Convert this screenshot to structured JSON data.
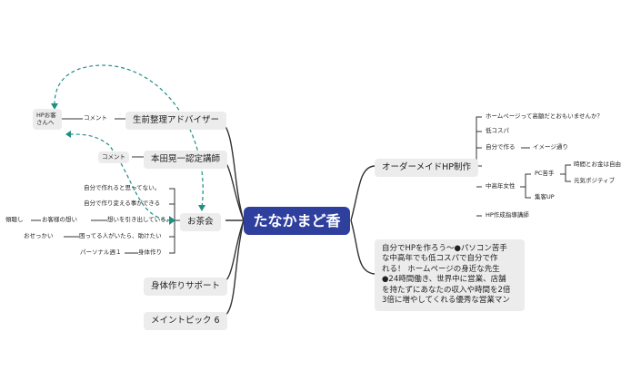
{
  "central": {
    "label": "たなかまど香"
  },
  "left": {
    "advisor": {
      "label": "生前整理アドバイザー",
      "comment": "コメント"
    },
    "hp_guest": {
      "label": "HPお客さんへ"
    },
    "instructor": {
      "label": "本田晃一認定講師",
      "comment": "コメント"
    },
    "ocha": {
      "label": "お茶会",
      "items": [
        {
          "label": "自分で作れると思ってない。"
        },
        {
          "label": "自分で作り変える事ができる"
        },
        {
          "label": "想いを引き出している。",
          "parent": "お客様の想い",
          "leaf": "傾聴し"
        },
        {
          "label": "困ってる人がいたら、助けたい",
          "leaf": "おせっかい"
        },
        {
          "label": "身体作り",
          "leaf": "パーソナル週１"
        }
      ]
    },
    "body_support": {
      "label": "身体作りサポート"
    },
    "main_topic": {
      "label": "メイントピック 6"
    }
  },
  "right": {
    "order_hp": {
      "label": "オーダーメイドHP制作",
      "items": {
        "expensive": "ホームページって高額だとおもいませんか？",
        "low_cost": "低コスパ",
        "self_made": "自分で作る",
        "as_image": "イメージ通り",
        "middle_women": "中高年女性",
        "pc_weak": "PC苦手",
        "time_money": "時間とお金は自由",
        "positive": "元気ポジティブ",
        "customers_up": "集客UP",
        "guidance": "HP作成指導講師"
      }
    },
    "note": {
      "lines": [
        "自分でHPを作ろう～●パソコン苦手",
        "な中高年でも低コスパで自分で作",
        "れる！ ホームページの身近な先生",
        "●24時間働き、世界中に営業、店舗",
        "を持たずにあなたの収入や時間を2倍",
        "3倍に増やしてくれる優秀な営業マン"
      ]
    }
  },
  "colors": {
    "central_bg": "#2f3f9e",
    "line": "#333333",
    "dashed": "#1f8f84",
    "pill_bg": "#ececec"
  }
}
